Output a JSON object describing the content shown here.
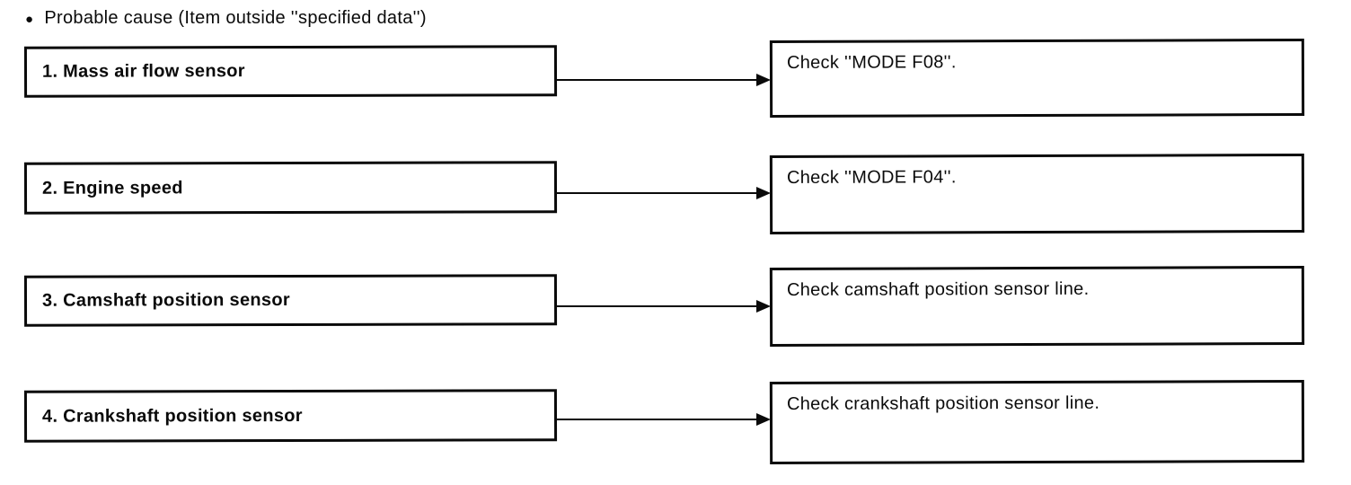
{
  "page": {
    "background": "#ffffff",
    "ink": "#0a0a0a"
  },
  "header": {
    "bullet_icon": "●",
    "text": "Probable cause (Item outside ''specified data'')"
  },
  "rows": [
    {
      "cause": "1. Mass air flow sensor",
      "action": "Check ''MODE F08''."
    },
    {
      "cause": "2. Engine speed",
      "action": "Check ''MODE F04''."
    },
    {
      "cause": "3. Camshaft position sensor",
      "action": "Check camshaft position sensor line."
    },
    {
      "cause": "4. Crankshaft position sensor",
      "action": "Check crankshaft position sensor line."
    }
  ]
}
